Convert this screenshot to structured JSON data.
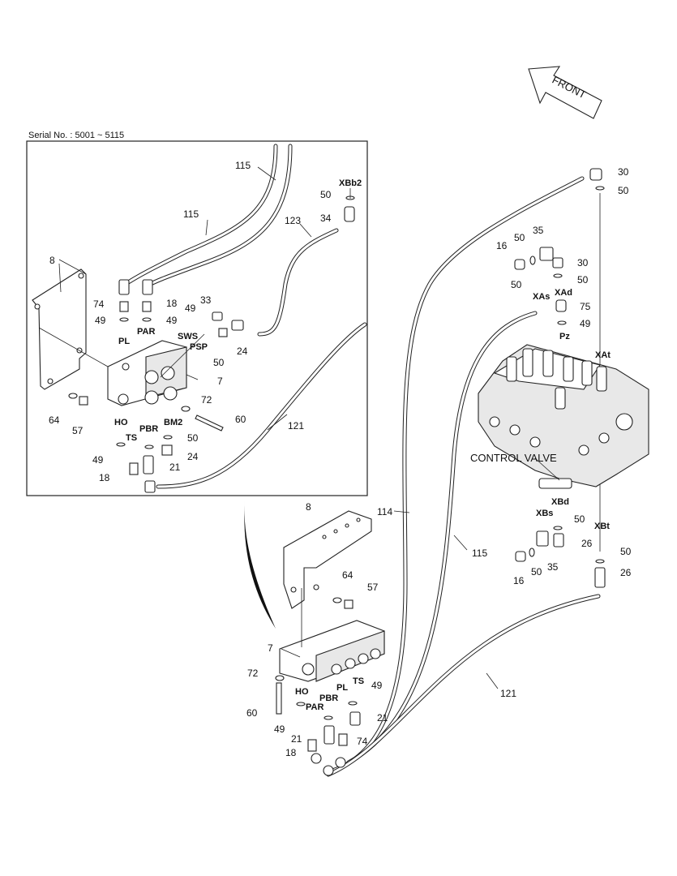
{
  "serial_note": "Serial No. : 5001 ~ 5115",
  "front_label": "FRONT",
  "control_valve_label": "CONTROL VALVE",
  "inset_labels": {
    "l115a": "115",
    "l115b": "115",
    "l123": "123",
    "lXBb2": "XBb2",
    "l50a": "50",
    "l34": "34",
    "l8": "8",
    "l74": "74",
    "l18a": "18",
    "l49a": "49",
    "l49b": "49",
    "lPL": "PL",
    "lPAR": "PAR",
    "l33": "33",
    "l49c": "49",
    "lSWS": "SWS",
    "lPSP": "PSP",
    "l50b": "50",
    "l24a": "24",
    "l7": "7",
    "l72": "72",
    "l60": "60",
    "l121": "121",
    "l64": "64",
    "l57": "57",
    "lHO": "HO",
    "lTS": "TS",
    "lPBR": "PBR",
    "lBM2": "BM2",
    "l50c": "50",
    "l49d": "49",
    "l24b": "24",
    "l21": "21",
    "l18b": "18"
  },
  "main_labels": {
    "l30a": "30",
    "l50a": "50",
    "l35a": "35",
    "l16a": "16",
    "l50b": "50",
    "l30b": "30",
    "l50c": "50",
    "l50d": "50",
    "lXAs": "XAs",
    "lXAd": "XAd",
    "l75": "75",
    "l49a": "49",
    "lPz": "Pz",
    "lXAt": "XAt",
    "l114": "114",
    "l115": "115",
    "lXBd": "XBd",
    "lXBs": "XBs",
    "l50e": "50",
    "lXBt": "XBt",
    "l26a": "26",
    "l50f": "50",
    "l26b": "26",
    "l16b": "16",
    "l50g": "50",
    "l35b": "35",
    "l121": "121",
    "l8": "8",
    "l64": "64",
    "l57": "57",
    "l7": "7",
    "l72": "72",
    "lHO": "HO",
    "lPAR": "PAR",
    "lPL": "PL",
    "lTS": "TS",
    "l49b": "49",
    "lPBR": "PBR",
    "l60": "60",
    "l49c": "49",
    "l21a": "21",
    "l21b": "21",
    "l74": "74",
    "l18": "18"
  }
}
